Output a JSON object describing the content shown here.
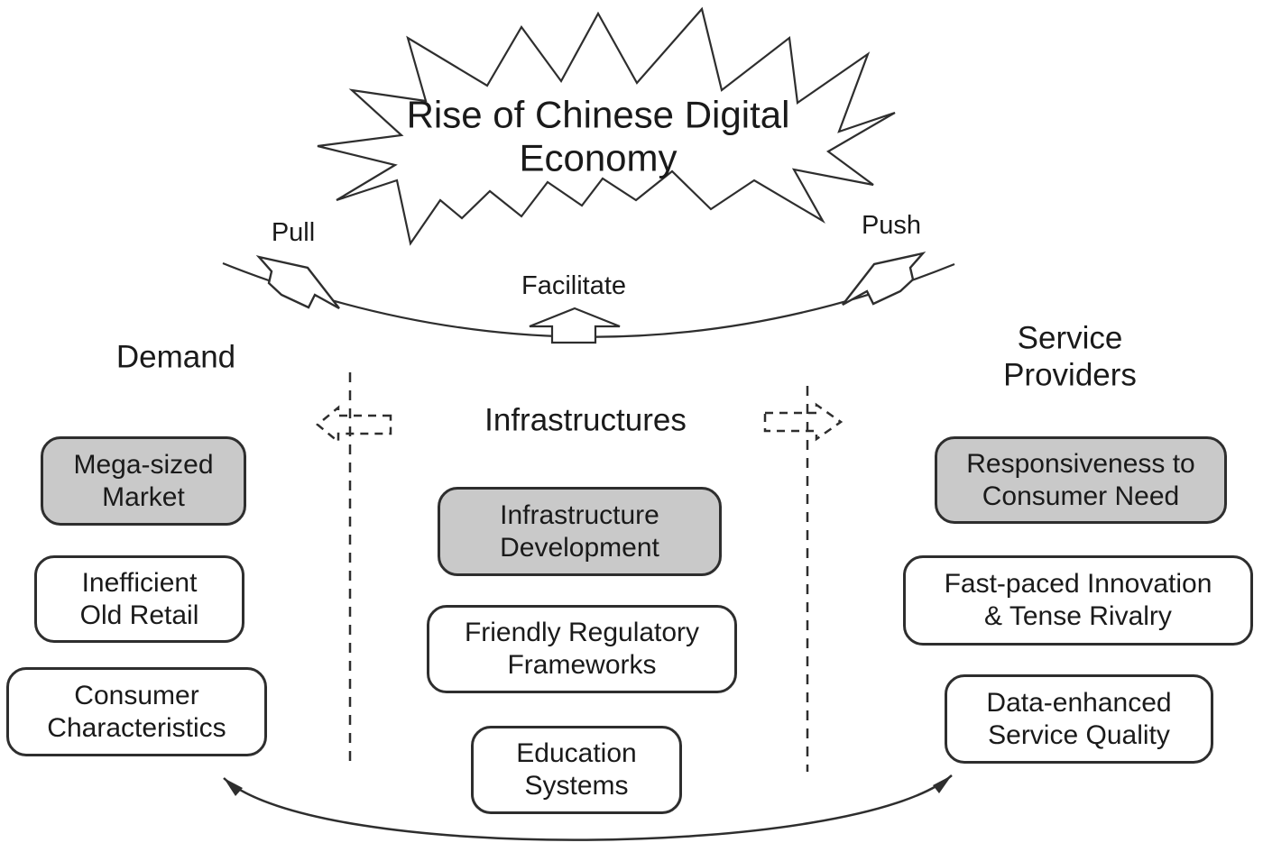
{
  "diagram": {
    "title": "Rise of Chinese Digital\nEconomy",
    "labels": {
      "pull": "Pull",
      "push": "Push",
      "facilitate": "Facilitate"
    },
    "columns": [
      {
        "heading": "Demand",
        "boxes": [
          {
            "label": "Mega-sized\nMarket",
            "highlighted": true
          },
          {
            "label": "Inefficient\nOld Retail",
            "highlighted": false
          },
          {
            "label": "Consumer\nCharacteristics",
            "highlighted": false
          }
        ]
      },
      {
        "heading": "Infrastructures",
        "boxes": [
          {
            "label": "Infrastructure\nDevelopment",
            "highlighted": true
          },
          {
            "label": "Friendly Regulatory\nFrameworks",
            "highlighted": false
          },
          {
            "label": "Education\nSystems",
            "highlighted": false
          }
        ]
      },
      {
        "heading": "Service Providers",
        "boxes": [
          {
            "label": "Responsiveness to\nConsumer Need",
            "highlighted": true
          },
          {
            "label": "Fast-paced Innovation\n& Tense Rivalry",
            "highlighted": false
          },
          {
            "label": "Data-enhanced\nService Quality",
            "highlighted": false
          }
        ]
      }
    ],
    "connectors": {
      "top_arc": "pull-facilitate-push arc",
      "bottom_arc": "double-headed arrow between Demand and Service Providers"
    },
    "colors": {
      "background": "#ffffff",
      "line": "#2e2e2e",
      "text": "#1a1a1a",
      "highlight_box_fill": "#c9c9c9",
      "plain_box_fill": "#ffffff"
    }
  }
}
